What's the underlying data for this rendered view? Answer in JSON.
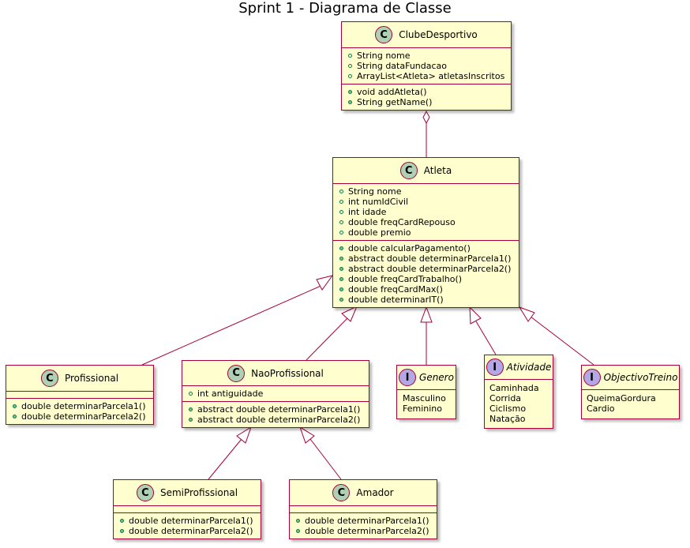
{
  "title": "Sprint 1 - Diagrama de Classe",
  "colors": {
    "class_fill": "#FEFECE",
    "border": "#A80036",
    "class_badge": "#ADD1B2",
    "interface_badge": "#B4A7E5",
    "visibility": "#038048"
  },
  "classes": {
    "clube": {
      "badge": "C",
      "name": "ClubeDesportivo",
      "attributes": [
        "String nome",
        "String dataFundacao",
        "ArrayList<Atleta> atletasInscritos"
      ],
      "methods": [
        "void addAtleta()",
        "String getName()"
      ]
    },
    "atleta": {
      "badge": "C",
      "name": "Atleta",
      "attributes": [
        "String nome",
        "int numIdCivil",
        "int idade",
        "double freqCardRepouso",
        "double premio"
      ],
      "methods": [
        "double calcularPagamento()",
        "abstract double determinarParcela1()",
        "abstract double determinarParcela2()",
        "double freqCardTrabalho()",
        "double freqCardMax()",
        "double determinarIT()"
      ]
    },
    "profissional": {
      "badge": "C",
      "name": "Profissional",
      "methods": [
        "double determinarParcela1()",
        "double determinarParcela2()"
      ]
    },
    "naoprof": {
      "badge": "C",
      "name": "NaoProfissional",
      "attributes": [
        "int antiguidade"
      ],
      "methods": [
        "abstract double determinarParcela1()",
        "abstract double determinarParcela2()"
      ]
    },
    "semiprof": {
      "badge": "C",
      "name": "SemiProfissional",
      "methods": [
        "double determinarParcela1()",
        "double determinarParcela2()"
      ]
    },
    "amador": {
      "badge": "C",
      "name": "Amador",
      "methods": [
        "double determinarParcela1()",
        "double determinarParcela2()"
      ]
    }
  },
  "interfaces": {
    "genero": {
      "badge": "I",
      "name": "Genero",
      "literals": [
        "Masculino",
        "Feminino"
      ]
    },
    "atividade": {
      "badge": "I",
      "name": "Atividade",
      "literals": [
        "Caminhada",
        "Corrida",
        "Ciclismo",
        "Natação"
      ]
    },
    "objectivo": {
      "badge": "I",
      "name": "ObjectivoTreino",
      "literals": [
        "QueimaGordura",
        "Cardio"
      ]
    }
  },
  "relations": [
    {
      "from": "clube",
      "to": "atleta",
      "kind": "aggregation"
    },
    {
      "from": "profissional",
      "to": "atleta",
      "kind": "generalization"
    },
    {
      "from": "naoprof",
      "to": "atleta",
      "kind": "generalization"
    },
    {
      "from": "genero",
      "to": "atleta",
      "kind": "generalization"
    },
    {
      "from": "atividade",
      "to": "atleta",
      "kind": "generalization"
    },
    {
      "from": "objectivo",
      "to": "atleta",
      "kind": "generalization"
    },
    {
      "from": "semiprof",
      "to": "naoprof",
      "kind": "generalization"
    },
    {
      "from": "amador",
      "to": "naoprof",
      "kind": "generalization"
    }
  ]
}
